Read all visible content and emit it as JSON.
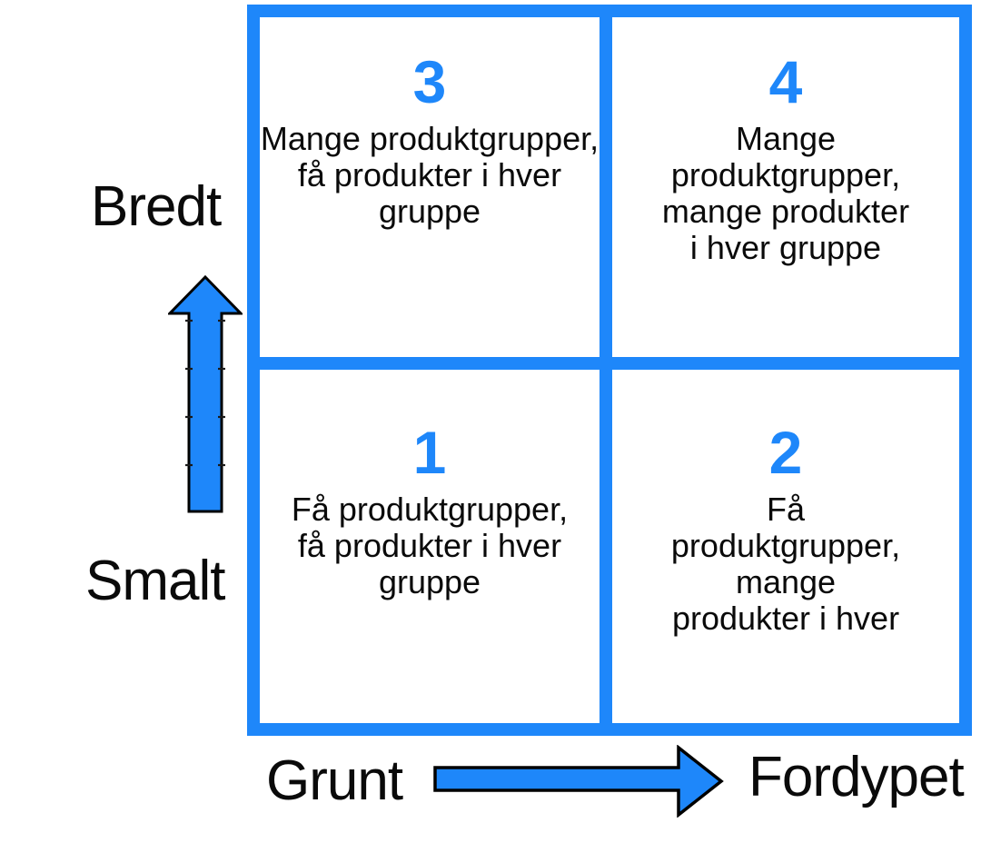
{
  "diagram": {
    "type": "2x2-quadrant-matrix",
    "language": "Norwegian"
  },
  "colors": {
    "accent_blue": "#1E87FA",
    "text": "#0A0A0A",
    "background": "#FFFFFF"
  },
  "matrix": {
    "quadrants": [
      {
        "position": "top-left",
        "number": "3",
        "text": "Mange produktgrupper,\nfå produkter i hver\ngruppe"
      },
      {
        "position": "top-right",
        "number": "4",
        "text": "Mange\nproduktgrupper,\nmange produkter\ni hver gruppe"
      },
      {
        "position": "bottom-left",
        "number": "1",
        "text": "Få produktgrupper,\nfå produkter i hver\ngruppe"
      },
      {
        "position": "bottom-right",
        "number": "2",
        "text": "Få\nproduktgrupper,\nmange\nprodukter i hver"
      }
    ]
  },
  "y_axis": {
    "top_label": "Bredt",
    "bottom_label": "Smalt",
    "arrow_icon": "up-arrow",
    "arrow_fill": "#1E87FA",
    "arrow_outline": "#000000"
  },
  "x_axis": {
    "left_label": "Grunt",
    "right_label": "Fordypet",
    "arrow_icon": "right-arrow",
    "arrow_fill": "#1E87FA",
    "arrow_outline": "#000000"
  }
}
